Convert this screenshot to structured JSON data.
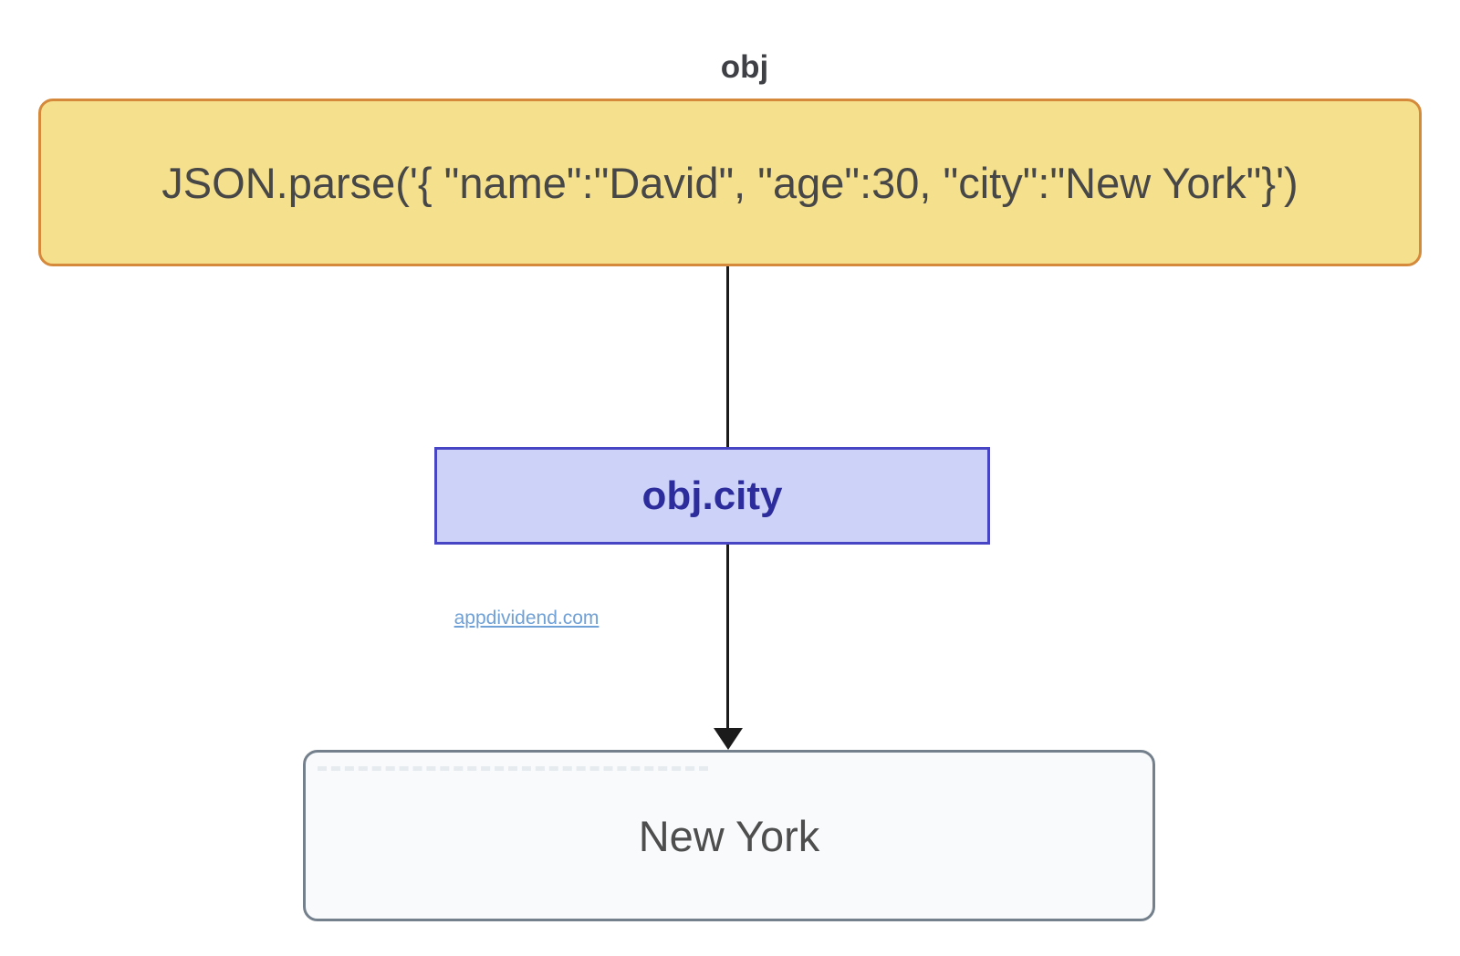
{
  "diagram": {
    "edge_label": "obj",
    "source_node": {
      "text": "JSON.parse('{ \"name\":\"David\", \"age\":30, \"city\":\"New York\"}')",
      "fill": "#F5E18D",
      "border_color": "#D5893B",
      "text_color": "#474747"
    },
    "accessor_node": {
      "text": "obj.city",
      "fill": "#CDD3F8",
      "border_color": "#4845C4",
      "text_color": "#2D2C9C"
    },
    "result_node": {
      "text": "New York",
      "fill": "#F8FAFC",
      "border_color": "#75808D",
      "text_color": "#4E4E4E"
    },
    "edge_color": "#1B1B1B",
    "watermark": {
      "text": "appdividend.com",
      "color": "#6FA0D6"
    }
  }
}
